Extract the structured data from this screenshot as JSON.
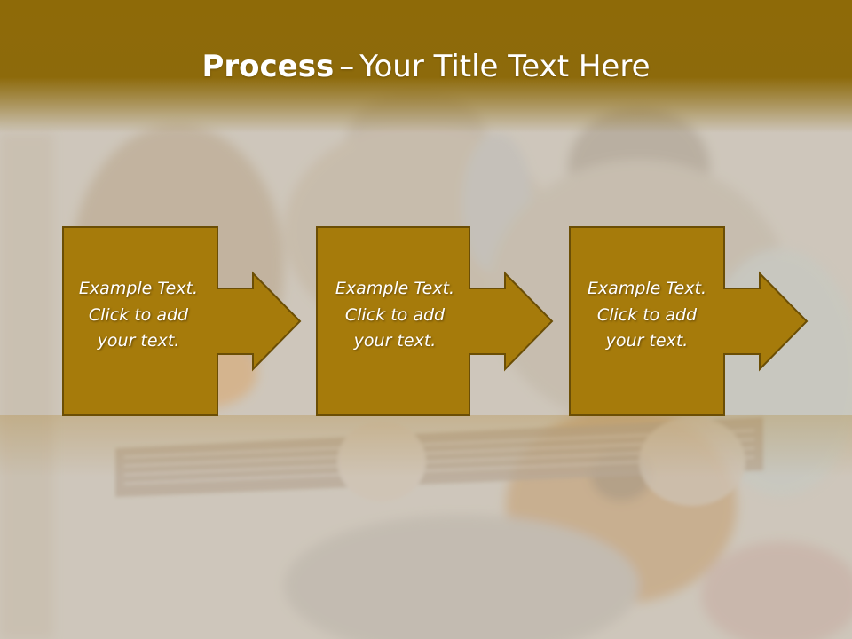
{
  "slide": {
    "title_bold": "Process",
    "title_dash": "–",
    "title_rest": "Your Title Text Here"
  },
  "steps": [
    {
      "lines": [
        "Example Text.",
        "Click  to add",
        "your text."
      ]
    },
    {
      "lines": [
        "Example Text.",
        "Click  to add",
        "your text."
      ]
    },
    {
      "lines": [
        "Example Text.",
        "Click  to add",
        "your text."
      ]
    }
  ],
  "colors": {
    "title_band": "#8d6a0b",
    "box_fill": "#a67b0b",
    "box_border": "#6b4e05",
    "text": "#ffffff",
    "background": "#cdc6ba"
  },
  "icons": [
    "arrow-right-icon"
  ]
}
